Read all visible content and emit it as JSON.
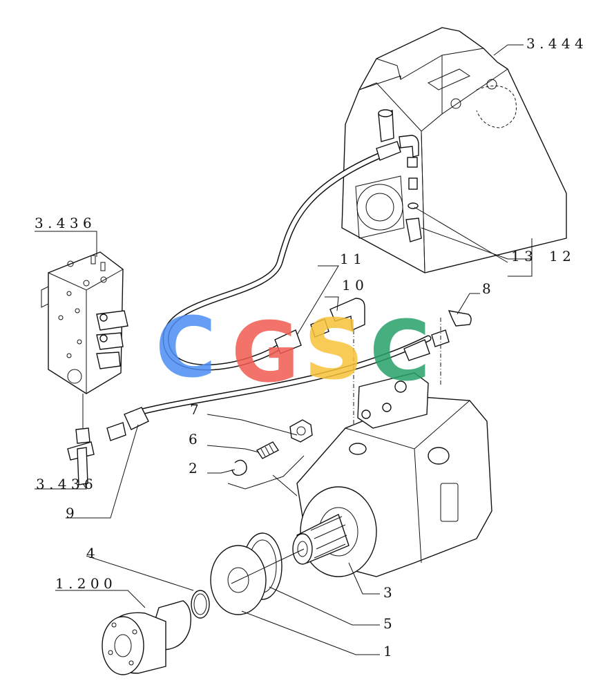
{
  "labels": {
    "ref_3444": "3 . 4 4 4",
    "ref_3436_top": "3 . 4 3 6",
    "ref_3436_bottom": "3 . 4 3 6",
    "ref_1200": "1 . 2 0 0",
    "callout_1": "1",
    "callout_2": "2",
    "callout_3": "3",
    "callout_4": "4",
    "callout_5": "5",
    "callout_6": "6",
    "callout_7": "7",
    "callout_8": "8",
    "callout_9": "9",
    "callout_10": "1 0",
    "callout_11": "1 1",
    "callout_12": "1 2",
    "callout_13": "1 3"
  },
  "watermark": {
    "letters": [
      "C",
      "G",
      "S",
      "C"
    ],
    "colors": [
      "#4c8ef5",
      "#ef5b50",
      "#f7c23a",
      "#27a06a"
    ]
  }
}
